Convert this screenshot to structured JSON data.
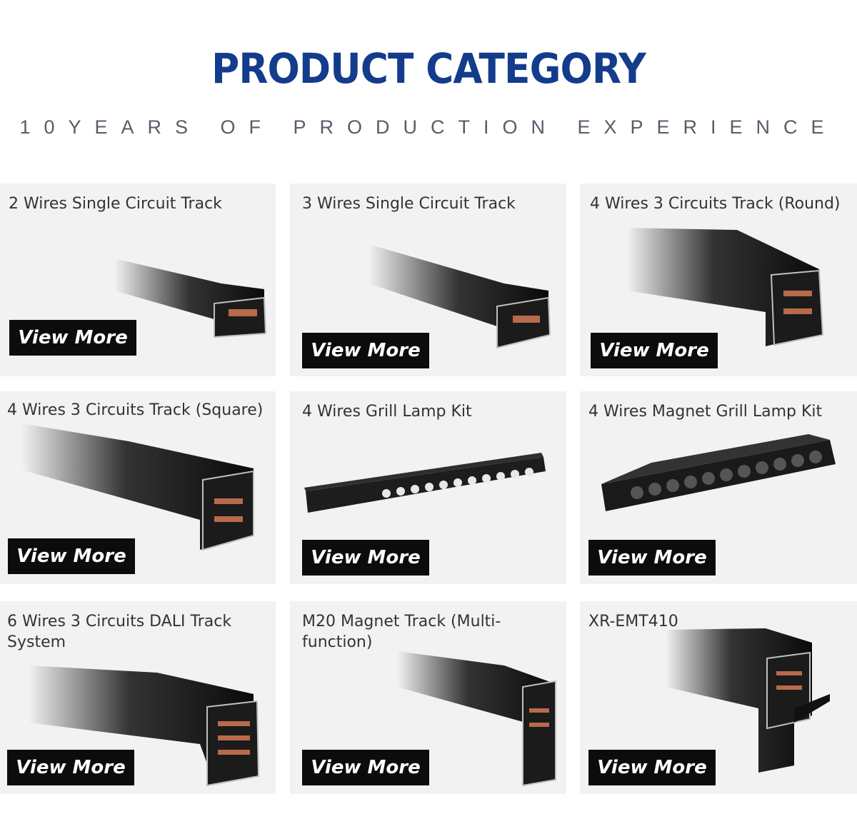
{
  "header": {
    "title": "PRODUCT CATEGORY",
    "subtitle": "10YEARS OF PRODUCTION EXPERIENCE"
  },
  "view_more_label": "View More",
  "products": [
    {
      "name": "2 Wires Single Circuit Track",
      "image": "track-profile-image"
    },
    {
      "name": "3 Wires Single Circuit Track",
      "image": "track-profile-image"
    },
    {
      "name": "4 Wires 3 Circuits Track (Round)",
      "image": "track-profile-image"
    },
    {
      "name": "4 Wires 3 Circuits Track (Square)",
      "image": "track-profile-image"
    },
    {
      "name": "4 Wires Grill Lamp Kit",
      "image": "grill-lamp-image"
    },
    {
      "name": "4 Wires Magnet Grill Lamp Kit",
      "image": "grill-lamp-image"
    },
    {
      "name": "6 Wires 3 Circuits DALI Track System",
      "image": "track-profile-image"
    },
    {
      "name": "M20 Magnet Track (Multi-function)",
      "image": "track-profile-image"
    },
    {
      "name": "XR-EMT410",
      "image": "track-profile-image"
    }
  ],
  "colors": {
    "title": "#143c8c",
    "subtitle": "#5a5a6a",
    "card_background": "#f2f2f2",
    "button_background": "#0c0c0c",
    "button_text": "#ffffff"
  }
}
